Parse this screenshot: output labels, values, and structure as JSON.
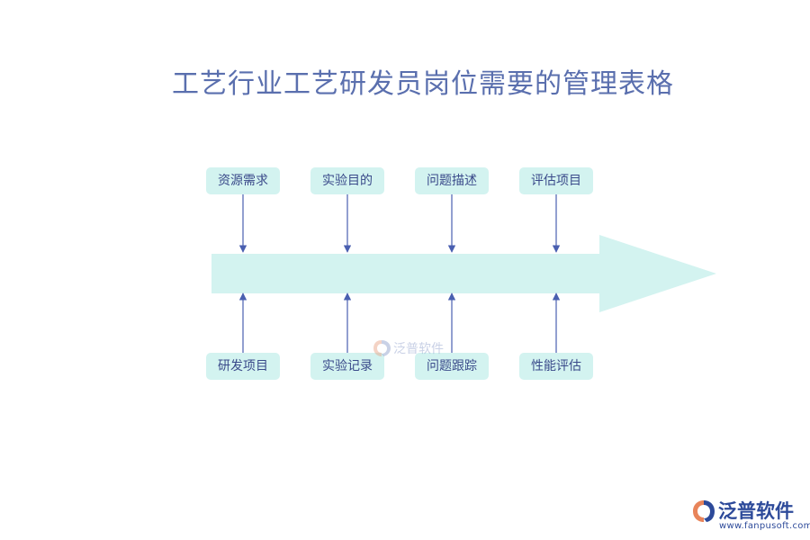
{
  "title": "工艺行业工艺研发员岗位需要的管理表格",
  "diagram": {
    "top_labels": [
      "资源需求",
      "实验目的",
      "问题描述",
      "评估项目"
    ],
    "bottom_labels": [
      "研发项目",
      "实验记录",
      "问题跟踪",
      "性能评估"
    ],
    "arrow_color": "#d3f3f0",
    "connector_color": "#4a5fb0"
  },
  "watermark": {
    "text": "泛普软件"
  },
  "logo": {
    "text": "泛普软件",
    "url": "www.fanpusoft.com"
  }
}
